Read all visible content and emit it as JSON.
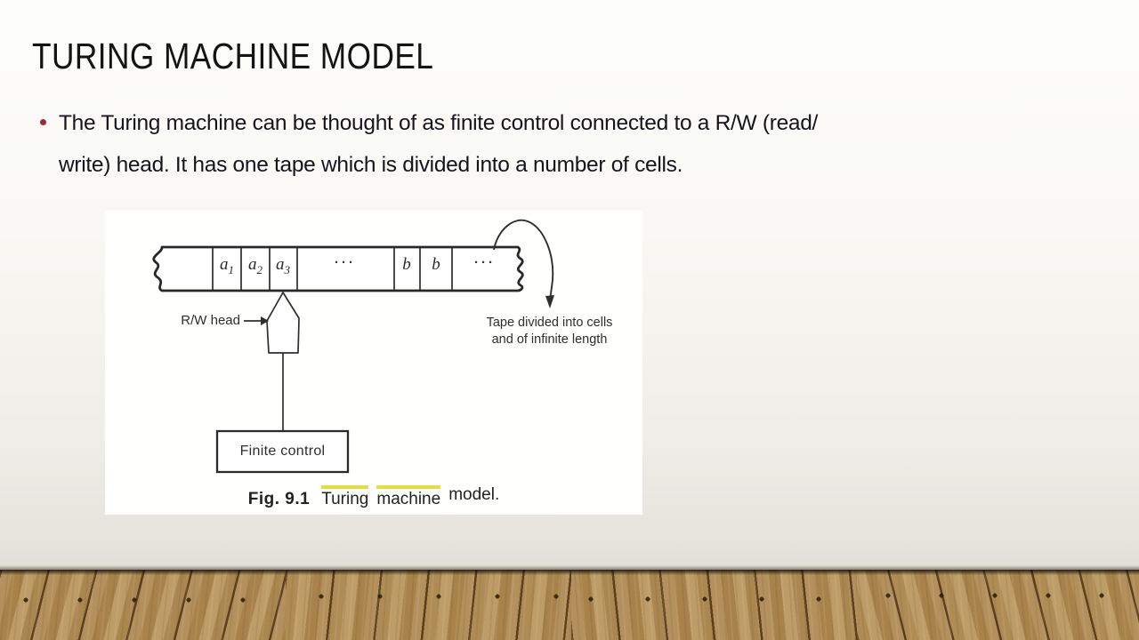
{
  "slide": {
    "title": "TURING MACHINE MODEL",
    "bullet": {
      "marker": "•",
      "line1": "The Turing machine can be thought of as finite control connected to a R/W (read/",
      "line2": "write) head. It has one tape which is divided into a number of cells."
    },
    "colors": {
      "bullet_marker": "#a32638",
      "title_text": "#141414",
      "body_text": "#15151e",
      "background_top": "#fdfdfb",
      "background_bottom": "#dfddd5"
    }
  },
  "figure": {
    "tape_cells": [
      {
        "base": "a",
        "sub": "1"
      },
      {
        "base": "a",
        "sub": "2"
      },
      {
        "base": "a",
        "sub": "3"
      },
      {
        "base": "···",
        "sub": ""
      },
      {
        "base": "b",
        "sub": ""
      },
      {
        "base": "b",
        "sub": ""
      },
      {
        "base": "···",
        "sub": ""
      }
    ],
    "rw_head_label": "R/W head",
    "tape_note_line1": "Tape divided into cells",
    "tape_note_line2": "and of infinite length",
    "finite_control_label": "Finite control",
    "caption": {
      "fig_num": "Fig. 9.1",
      "highlight_word1": "Turing",
      "highlight_word2": "machine",
      "rest": "model."
    },
    "colors": {
      "ink": "#2b2b2b",
      "caption_highlight": "#e9db3e",
      "panel_background": "#fffffe"
    }
  },
  "floor": {
    "description": "wooden plank floor",
    "colors": {
      "wood_base": "#ab8752",
      "wood_seam": "#5e4020"
    }
  }
}
